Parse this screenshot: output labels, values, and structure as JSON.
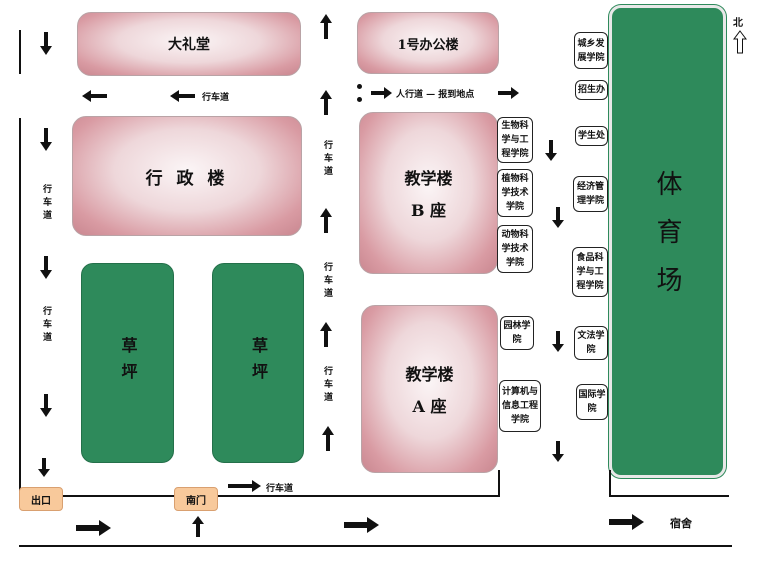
{
  "buildings": {
    "auditorium": "大礼堂",
    "office1": "1号办公楼",
    "admin": "行 政 楼",
    "teachB_line1": "教学楼",
    "teachB_line2": "B 座",
    "teachA_line1": "教学楼",
    "teachA_line2": "A 座"
  },
  "stadium": "体育场",
  "lawn": "草坪",
  "offices": {
    "rural": "城乡发展学院",
    "admission": "招生办",
    "student": "学生处",
    "economics": "经济管理学院",
    "food": "食品科学与工程学院",
    "liberal": "文法学院",
    "intl": "国际学院",
    "bio": "生物科学与工程学院",
    "plant": "植物科学技术学院",
    "animal": "动物科学技术学院",
    "garden": "园林学院",
    "computer": "计算机与信息工程学院"
  },
  "gates": {
    "exit": "出口",
    "south": "南门"
  },
  "labels": {
    "road": "行车道",
    "walkway": "人行道 — 报到地点",
    "dorm": "宿舍",
    "north": "北"
  }
}
